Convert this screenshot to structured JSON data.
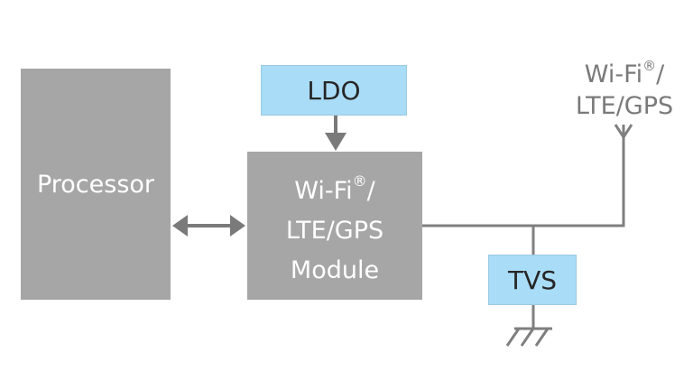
{
  "blocks": {
    "processor": {
      "label": "Processor"
    },
    "ldo": {
      "label": "LDO"
    },
    "module": {
      "line1": "Wi-Fi",
      "line1_suffix": "/",
      "line2": "LTE/GPS",
      "line3": "Module"
    },
    "tvs": {
      "label": "TVS"
    }
  },
  "antenna": {
    "line1": "Wi-Fi",
    "line1_suffix": "/",
    "line2": "LTE/GPS"
  },
  "registered_mark": "®",
  "colors": {
    "gray_block": "#a6a6a6",
    "blue_block": "#a9dcf6",
    "wire": "#7f7f7f",
    "label_gray": "#7a7a7a"
  }
}
